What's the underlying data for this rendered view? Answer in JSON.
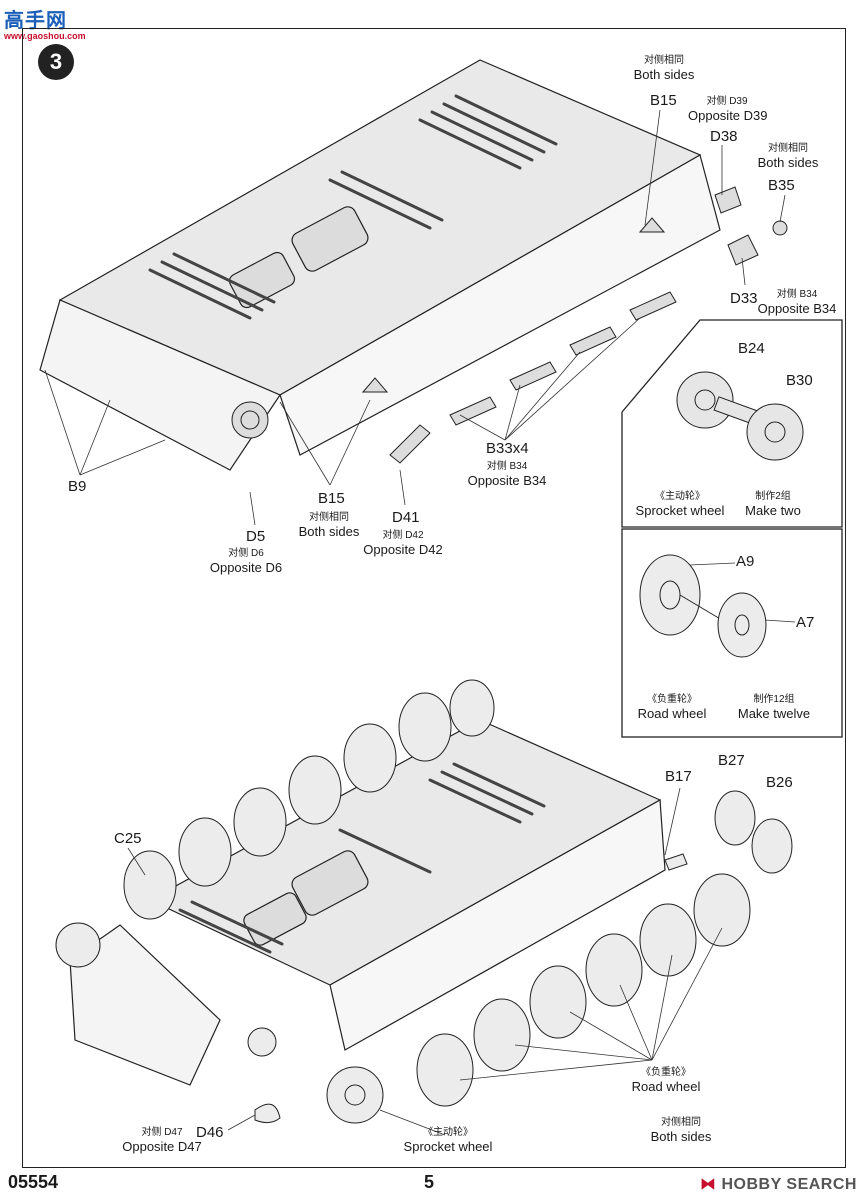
{
  "header": {
    "logo_main": "高手网",
    "logo_sub": "www.gaoshou.com"
  },
  "step_number": "3",
  "top_labels": {
    "both_sides_cn_1": "对侧相同",
    "both_sides_en_1": "Both sides",
    "b15_top": "B15",
    "opp_d39_cn": "对侧 D39",
    "opp_d39_en": "Opposite D39",
    "d38": "D38",
    "both_sides_cn_2": "对侧相同",
    "both_sides_en_2": "Both sides",
    "b35": "B35",
    "d33": "D33",
    "opp_b34_cn_top": "对侧 B34",
    "opp_b34_en_top": "Opposite B34",
    "b33x4": "B33x4",
    "opp_b34_cn_mid": "对侧 B34",
    "opp_b34_en_mid": "Opposite B34",
    "b9": "B9",
    "b15_bottom": "B15",
    "both_sides_cn_3": "对侧相同",
    "both_sides_en_3": "Both sides",
    "d41": "D41",
    "opp_d42_cn": "对侧 D42",
    "opp_d42_en": "Opposite D42",
    "d5": "D5",
    "opp_d6_cn": "对侧 D6",
    "opp_d6_en": "Opposite D6"
  },
  "sprocket_box": {
    "b24": "B24",
    "b30": "B30",
    "name_cn": "《主动轮》",
    "name_en": "Sprocket wheel",
    "qty_cn": "制作2组",
    "qty_en": "Make two"
  },
  "roadwheel_box": {
    "a9": "A9",
    "a7": "A7",
    "name_cn": "《负重轮》",
    "name_en": "Road wheel",
    "qty_cn": "制作12组",
    "qty_en": "Make twelve"
  },
  "bottom_labels": {
    "b17": "B17",
    "b27": "B27",
    "b26": "B26",
    "c25": "C25",
    "road_cn": "《负重轮》",
    "road_en": "Road wheel",
    "both_cn": "对侧相同",
    "both_en": "Both sides",
    "opp_d47_cn": "对侧 D47",
    "opp_d47_en": "Opposite D47",
    "d46": "D46",
    "sprocket_cn": "《主动轮》",
    "sprocket_en": "Sprocket wheel"
  },
  "footer": {
    "code": "05554",
    "page": "5",
    "brand_mark": "⧓",
    "brand": "HOBBY SEARCH"
  }
}
